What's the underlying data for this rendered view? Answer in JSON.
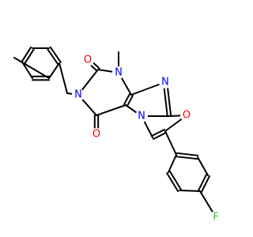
{
  "molecule": {
    "atoms": {
      "n_methyl": {
        "symbol": "N",
        "color": "#0000ff"
      },
      "n_benzyl": {
        "symbol": "N",
        "color": "#0000ff"
      },
      "n_imine": {
        "symbol": "N",
        "color": "#0000ff"
      },
      "n_bridge": {
        "symbol": "N",
        "color": "#0000ff"
      },
      "o_carbonyl_top": {
        "symbol": "O",
        "color": "#ff0000"
      },
      "o_carbonyl_bottom": {
        "symbol": "O",
        "color": "#ff0000"
      },
      "o_ring": {
        "symbol": "O",
        "color": "#ff0000"
      },
      "f_para": {
        "symbol": "F",
        "color": "#33cc33"
      }
    },
    "bond_color": "#000000"
  }
}
